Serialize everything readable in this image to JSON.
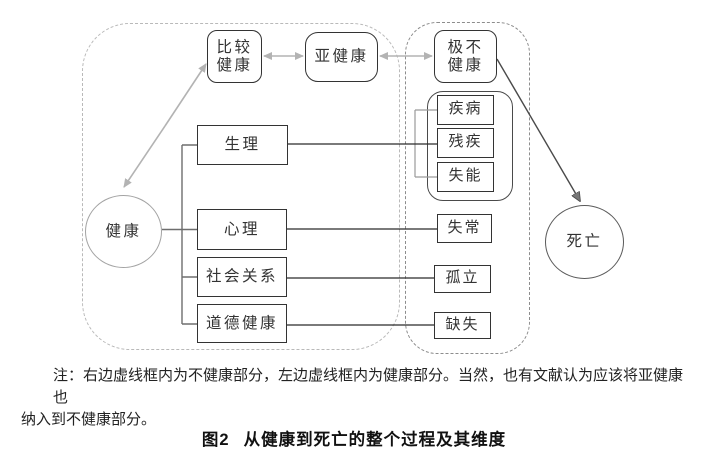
{
  "figure": {
    "nodes": {
      "health": "健康",
      "fairly_healthy": [
        "比较",
        "健康"
      ],
      "sub_health": "亚健康",
      "extremely_unhealthy": [
        "极不",
        "健康"
      ],
      "physiology": "生理",
      "psychology": "心理",
      "social_relations": "社会关系",
      "moral_health": "道德健康",
      "disease": "疾病",
      "disability": "残疾",
      "incapacity": "失能",
      "abnormality": "失常",
      "isolation": "孤立",
      "deficiency": "缺失",
      "death": "死亡"
    },
    "note_lines": [
      "注：右边虚线框内为不健康部分，左边虚线框内为健康部分。当然，也有文献认为应该将亚健康也",
      "纳入到不健康部分。"
    ],
    "caption": {
      "label": "图2",
      "title": "从健康到死亡的整个过程及其维度"
    },
    "colors": {
      "page_bg": "#ffffff",
      "dashed_left_border": "#b9b9b9",
      "dashed_right_border": "#8d8d8d",
      "node_border_dark": "#333333",
      "circle_health_border": "#a3a3a3",
      "circle_death_border": "#5a5a5a",
      "gray_arrow": "#b3b3b3",
      "dark_arrow": "#4a4a4a",
      "dark_line": "#2b2b2b",
      "gray_line": "#6e6e6e",
      "text": "#333333"
    }
  }
}
